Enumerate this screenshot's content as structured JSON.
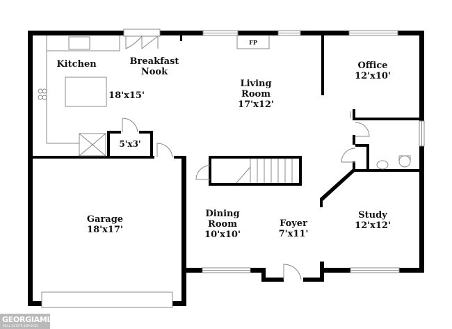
{
  "rooms": {
    "kitchen": {
      "name": "Kitchen"
    },
    "kitchen_dim": "18'x15'",
    "breakfast": {
      "line1": "Breakfast",
      "line2": "Nook"
    },
    "living": {
      "line1": "Living",
      "line2": "Room",
      "dim": "17'x12'"
    },
    "office": {
      "name": "Office",
      "dim": "12'x10'"
    },
    "pantry": {
      "dim": "5'x3'"
    },
    "garage": {
      "name": "Garage",
      "dim": "18'x17'"
    },
    "dining": {
      "line1": "Dining",
      "line2": "Room",
      "dim": "10'x10'"
    },
    "foyer": {
      "name": "Foyer",
      "dim": "7'x11'"
    },
    "study": {
      "name": "Study",
      "dim": "12'x12'"
    }
  },
  "fireplace": "FP",
  "logo": {
    "brand": "GEORGIAMLS",
    "tagline": "REAL ESTATE SERVICES"
  },
  "colors": {
    "wall": "#000000",
    "fixture": "#888888",
    "logo_bg": "#b9b9b9"
  }
}
